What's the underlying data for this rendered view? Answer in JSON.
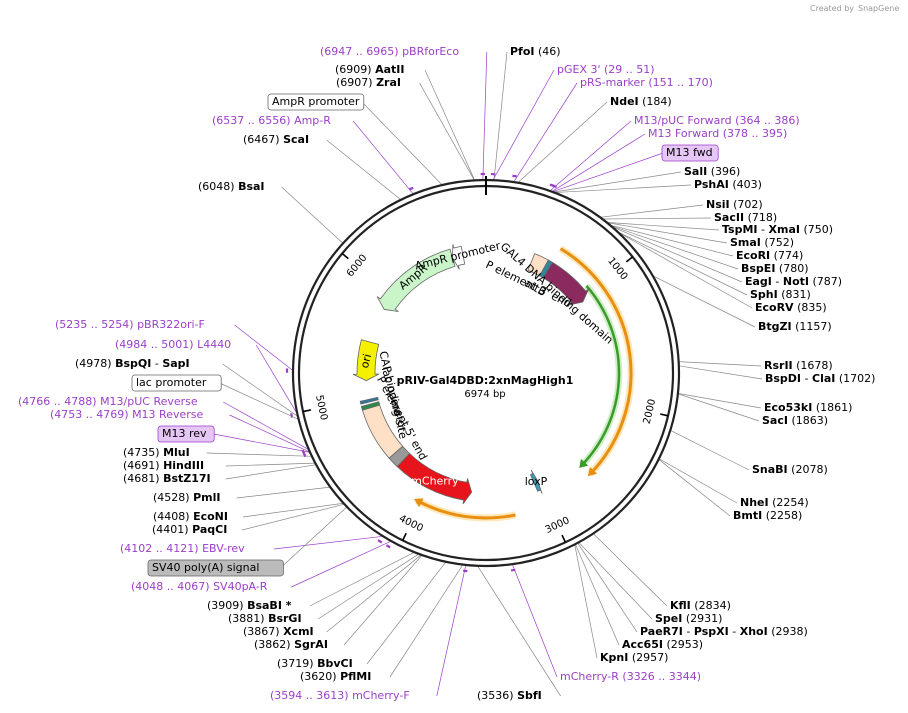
{
  "credit": {
    "text": "Created by",
    "brand": "SnapGene"
  },
  "plasmid": {
    "name": "pRIV-Gal4DBD:2xnMagHigh1",
    "size": "6974 bp",
    "length": 6974
  },
  "colors": {
    "primer": "#9b3fc8",
    "site": "#000000",
    "leader": "#888888",
    "backbone": "#222222"
  },
  "ticks": [
    "1000",
    "2000",
    "3000",
    "4000",
    "5000",
    "6000"
  ],
  "features": [
    {
      "id": "gal4",
      "label": "GAL4 DNA binding domain",
      "start": 570,
      "end": 1041,
      "color": "#8b2a5e",
      "strand": 1
    },
    {
      "id": "mcherry",
      "label": "mCherry",
      "start": 3620,
      "end": 4330,
      "color": "#e8141c",
      "strand": -1
    },
    {
      "id": "ampr",
      "label": "AmpR",
      "start": 5850,
      "end": 6660,
      "color": "#c9f5c9",
      "strand": -1
    },
    {
      "id": "ori",
      "label": "ori",
      "start": 5160,
      "end": 5520,
      "color": "#f5f000",
      "strand": -1
    },
    {
      "id": "p5",
      "label": "P element 5' end",
      "start": 4430,
      "end": 4935,
      "color": "#fde0c5",
      "strand": 0
    },
    {
      "id": "p3",
      "label": "P element 3' end",
      "start": 430,
      "end": 560,
      "color": "#fde0c5",
      "strand": 0
    },
    {
      "id": "attb",
      "label": "attB",
      "start": 560,
      "end": 600,
      "color": "#2a8a9c",
      "strand": 0
    },
    {
      "id": "loxp",
      "label": "loxP",
      "start": 2990,
      "end": 3030,
      "color": "#3a9ab8",
      "strand": -1
    },
    {
      "id": "lacop",
      "label": "lac operator",
      "start": 4905,
      "end": 4940,
      "color": "#2f8a4a",
      "strand": 0
    },
    {
      "id": "cap",
      "label": "CAP binding site",
      "start": 4960,
      "end": 4985,
      "color": "#2a7a9c",
      "strand": 0
    },
    {
      "id": "amppr",
      "label": "AmpR promoter",
      "start": 6660,
      "end": 6760,
      "color": "#ffffff",
      "strand": -1
    },
    {
      "id": "sv40",
      "label": "",
      "start": 4330,
      "end": 4430,
      "color": "#999999",
      "strand": 0
    }
  ],
  "arcs": [
    {
      "start": 600,
      "end": 2600,
      "radius": 145,
      "color": "#e88f10",
      "width": 3,
      "bg": "#fde6b8"
    },
    {
      "start": 950,
      "end": 2600,
      "radius": 133,
      "color": "#3a9a2a",
      "width": 2.5,
      "bg": "#cdeec4"
    },
    {
      "start": 3260,
      "end": 4040,
      "radius": 145,
      "color": "#e88f10",
      "width": 3,
      "bg": "#fde6b8"
    }
  ],
  "labels": [
    {
      "id": "pbrfor",
      "kind": "primer",
      "range": "(6947 .. 6965)",
      "name": "pBRforEco",
      "bp": 6956
    },
    {
      "id": "pfoi",
      "kind": "site",
      "name": "PfoI",
      "pos": "(46)",
      "bp": 46
    },
    {
      "id": "aatii",
      "kind": "site",
      "pos": "(6909)",
      "name": "AatII",
      "bp": 6909
    },
    {
      "id": "pgex",
      "kind": "primer",
      "name": "pGEX 3'",
      "range": "(29 .. 51)",
      "bp": 40
    },
    {
      "id": "zrai",
      "kind": "site",
      "pos": "(6907)",
      "name": "ZraI",
      "bp": 6907
    },
    {
      "id": "prs",
      "kind": "primer",
      "name": "pRS-marker",
      "range": "(151 .. 170)",
      "bp": 160
    },
    {
      "id": "amppromoter",
      "kind": "box",
      "name": "AmpR promoter",
      "bp": 6720
    },
    {
      "id": "ndei",
      "kind": "site",
      "name": "NdeI",
      "pos": "(184)",
      "bp": 184
    },
    {
      "id": "m13puc",
      "kind": "primer",
      "name": "M13/pUC Forward",
      "range": "(364 .. 386)",
      "bp": 375
    },
    {
      "id": "ampr_p",
      "kind": "primer",
      "range": "(6537 .. 6556)",
      "name": "Amp-R",
      "bp": 6546
    },
    {
      "id": "m13f",
      "kind": "primer",
      "name": "M13 Forward",
      "range": "(378 .. 395)",
      "bp": 386
    },
    {
      "id": "scai",
      "kind": "site",
      "pos": "(6467)",
      "name": "ScaI",
      "bp": 6467
    },
    {
      "id": "m13fwd",
      "kind": "boxp",
      "name": "M13 fwd",
      "bp": 390
    },
    {
      "id": "sali",
      "kind": "site",
      "name": "SalI",
      "pos": "(396)",
      "bp": 396
    },
    {
      "id": "pshai",
      "kind": "site",
      "name": "PshAI",
      "pos": "(403)",
      "bp": 403
    },
    {
      "id": "bsai",
      "kind": "site",
      "pos": "(6048)",
      "name": "BsaI",
      "bp": 6048
    },
    {
      "id": "nsii",
      "kind": "site",
      "name": "NsiI",
      "pos": "(702)",
      "bp": 702
    },
    {
      "id": "sacii",
      "kind": "site",
      "name": "SacII",
      "pos": "(718)",
      "bp": 718
    },
    {
      "id": "tspmi",
      "kind": "site",
      "name": "TspMI",
      "sep": "-",
      "name2": "XmaI",
      "pos": "(750)",
      "bp": 750
    },
    {
      "id": "smai",
      "kind": "site",
      "name": "SmaI",
      "pos": "(752)",
      "bp": 752
    },
    {
      "id": "ecori",
      "kind": "site",
      "name": "EcoRI",
      "pos": "(774)",
      "bp": 774
    },
    {
      "id": "bspei",
      "kind": "site",
      "name": "BspEI",
      "pos": "(780)",
      "bp": 780
    },
    {
      "id": "eagi",
      "kind": "site",
      "name": "EagI",
      "sep": "-",
      "name2": "NotI",
      "pos": "(787)",
      "bp": 787
    },
    {
      "id": "sphi",
      "kind": "site",
      "name": "SphI",
      "pos": "(831)",
      "bp": 831
    },
    {
      "id": "ecorv",
      "kind": "site",
      "name": "EcoRV",
      "pos": "(835)",
      "bp": 835
    },
    {
      "id": "btgzi",
      "kind": "site",
      "name": "BtgZI",
      "pos": "(1157)",
      "bp": 1157
    },
    {
      "id": "pbr322",
      "kind": "primer",
      "range": "(5235 .. 5254)",
      "name": "pBR322ori-F",
      "bp": 5244
    },
    {
      "id": "l4440",
      "kind": "primer",
      "range": "(4984 .. 5001)",
      "name": "L4440",
      "bp": 4992
    },
    {
      "id": "rsrii",
      "kind": "site",
      "name": "RsrII",
      "pos": "(1678)",
      "bp": 1678
    },
    {
      "id": "bspqi",
      "kind": "site",
      "pos": "(4978)",
      "name": "BspQI",
      "sep": "-",
      "name2": "SapI",
      "bp": 4978
    },
    {
      "id": "bspdi",
      "kind": "site",
      "name": "BspDI",
      "sep": "-",
      "name2": "ClaI",
      "pos": "(1702)",
      "bp": 1702
    },
    {
      "id": "lacpromoter",
      "kind": "box",
      "name": "lac promoter",
      "bp": 4960
    },
    {
      "id": "m13pucrev",
      "kind": "primer",
      "range": "(4766 .. 4788)",
      "name": "M13/pUC Reverse",
      "bp": 4777
    },
    {
      "id": "eco53ki",
      "kind": "site",
      "name": "Eco53kI",
      "pos": "(1861)",
      "bp": 1861
    },
    {
      "id": "m13rev_p",
      "kind": "primer",
      "range": "(4753 .. 4769)",
      "name": "M13 Reverse",
      "bp": 4761
    },
    {
      "id": "saci",
      "kind": "site",
      "name": "SacI",
      "pos": "(1863)",
      "bp": 1863
    },
    {
      "id": "m13rev",
      "kind": "boxp",
      "name": "M13 rev",
      "bp": 4760
    },
    {
      "id": "mlui",
      "kind": "site",
      "pos": "(4735)",
      "name": "MluI",
      "bp": 4735
    },
    {
      "id": "hindiii",
      "kind": "site",
      "pos": "(4691)",
      "name": "HindIII",
      "bp": 4691
    },
    {
      "id": "snabi",
      "kind": "site",
      "name": "SnaBI",
      "pos": "(2078)",
      "bp": 2078
    },
    {
      "id": "bstz17i",
      "kind": "site",
      "pos": "(4681)",
      "name": "BstZ17I",
      "bp": 4681
    },
    {
      "id": "pmli",
      "kind": "site",
      "pos": "(4528)",
      "name": "PmlI",
      "bp": 4528
    },
    {
      "id": "nhei",
      "kind": "site",
      "name": "NheI",
      "pos": "(2254)",
      "bp": 2254
    },
    {
      "id": "ecoNI",
      "kind": "site",
      "pos": "(4408)",
      "name": "EcoNI",
      "bp": 4408
    },
    {
      "id": "bmti",
      "kind": "site",
      "name": "BmtI",
      "pos": "(2258)",
      "bp": 2258
    },
    {
      "id": "paqci",
      "kind": "site",
      "pos": "(4401)",
      "name": "PaqCI",
      "bp": 4401
    },
    {
      "id": "ebvrev",
      "kind": "primer",
      "range": "(4102 .. 4121)",
      "name": "EBV-rev",
      "bp": 4111
    },
    {
      "id": "sv40pa",
      "kind": "boxg",
      "name": "SV40 poly(A) signal",
      "bp": 4380
    },
    {
      "id": "sv40par",
      "kind": "primer",
      "range": "(4048 .. 4067)",
      "name": "SV40pA-R",
      "bp": 4057
    },
    {
      "id": "bsabi",
      "kind": "site",
      "pos": "(3909)",
      "name": "BsaBI *",
      "bp": 3909
    },
    {
      "id": "kfli",
      "kind": "site",
      "name": "KflI",
      "pos": "(2834)",
      "bp": 2834
    },
    {
      "id": "bsrgi",
      "kind": "site",
      "pos": "(3881)",
      "name": "BsrGI",
      "bp": 3881
    },
    {
      "id": "spei",
      "kind": "site",
      "name": "SpeI",
      "pos": "(2931)",
      "bp": 2931
    },
    {
      "id": "xcmi",
      "kind": "site",
      "pos": "(3867)",
      "name": "XcmI",
      "bp": 3867
    },
    {
      "id": "paer7i",
      "kind": "site",
      "name": "PaeR7I",
      "sep": "-",
      "name2": "PspXI",
      "sep2": "-",
      "name3": "XhoI",
      "pos": "(2938)",
      "bp": 2938
    },
    {
      "id": "sgrai",
      "kind": "site",
      "pos": "(3862)",
      "name": "SgrAI",
      "bp": 3862
    },
    {
      "id": "acc65i",
      "kind": "site",
      "name": "Acc65I",
      "pos": "(2953)",
      "bp": 2953
    },
    {
      "id": "kpni",
      "kind": "site",
      "name": "KpnI",
      "pos": "(2957)",
      "bp": 2957
    },
    {
      "id": "bbvci",
      "kind": "site",
      "pos": "(3719)",
      "name": "BbvCI",
      "bp": 3719
    },
    {
      "id": "mcherryr",
      "kind": "primer",
      "name": "mCherry-R",
      "range": "(3326 .. 3344)",
      "bp": 3335
    },
    {
      "id": "pflmi",
      "kind": "site",
      "pos": "(3620)",
      "name": "PflMI",
      "bp": 3620
    },
    {
      "id": "mcherryf",
      "kind": "primer",
      "range": "(3594 .. 3613)",
      "name": "mCherry-F",
      "bp": 3603
    },
    {
      "id": "sbfi",
      "kind": "site",
      "name": "SbfI",
      "pos": "(3536)",
      "bp": 3536
    }
  ]
}
